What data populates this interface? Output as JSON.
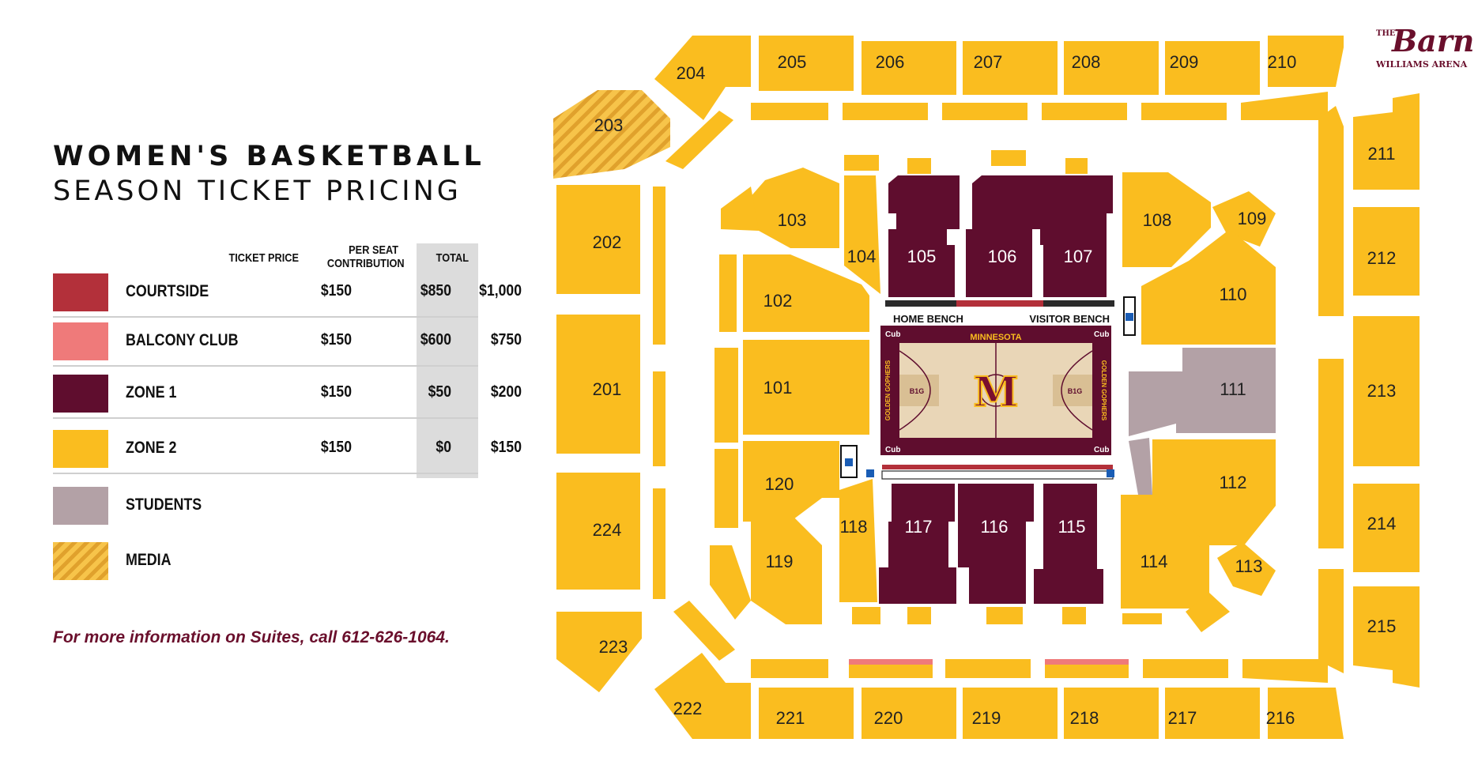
{
  "title_line1": "WOMEN'S BASKETBALL",
  "title_line2": "SEASON TICKET PRICING",
  "columns": {
    "ticket_price": "TICKET PRICE",
    "per_seat_1": "PER SEAT",
    "per_seat_2": "CONTRIBUTION",
    "total": "TOTAL"
  },
  "tiers": [
    {
      "name": "COURTSIDE",
      "color": "#b3303a",
      "ticket": "$150",
      "contribution": "$850",
      "total": "$1,000"
    },
    {
      "name": "BALCONY CLUB",
      "color": "#ef7a7a",
      "ticket": "$150",
      "contribution": "$600",
      "total": "$750"
    },
    {
      "name": "ZONE 1",
      "color": "#5f0d2e",
      "ticket": "$150",
      "contribution": "$50",
      "total": "$200"
    },
    {
      "name": "ZONE 2",
      "color": "#fabd1f",
      "ticket": "$150",
      "contribution": "$0",
      "total": "$150"
    },
    {
      "name": "STUDENTS",
      "color": "#b3a1a6"
    },
    {
      "name": "MEDIA",
      "color": "#f2b53a",
      "pattern": "diagonal-stripes"
    }
  ],
  "info_text": "For more information on Suites, call 612-626-1064.",
  "logo": {
    "prefix": "THE",
    "name": "Barn",
    "subtitle": "WILLIAMS ARENA"
  },
  "court": {
    "home_bench": "HOME BENCH",
    "visitor_bench": "VISITOR BENCH",
    "sponsor": "Cub",
    "banner": "MINNESOTA",
    "side_text": "GOLDEN GOPHERS",
    "center_logo": "M",
    "b10": "B1G"
  },
  "colors": {
    "zone2": "#fabd1f",
    "zone1": "#5f0d2e",
    "students": "#b3a1a6",
    "courtside": "#b3303a",
    "balcony": "#ef7a7a",
    "accessible": "#1a5db5"
  },
  "icons": [
    "wheelchair-accessible-icon"
  ],
  "sections": {
    "upper_top": [
      "204",
      "205",
      "206",
      "207",
      "208",
      "209",
      "210"
    ],
    "upper_right": [
      "211",
      "212",
      "213",
      "214",
      "215"
    ],
    "upper_bottom": [
      "222",
      "221",
      "220",
      "219",
      "218",
      "217",
      "216"
    ],
    "upper_left": [
      "203",
      "202",
      "201",
      "224",
      "223"
    ],
    "lower": [
      "101",
      "102",
      "103",
      "104",
      "105",
      "106",
      "107",
      "108",
      "109",
      "110",
      "111",
      "112",
      "113",
      "114",
      "115",
      "116",
      "117",
      "118",
      "119",
      "120"
    ]
  }
}
